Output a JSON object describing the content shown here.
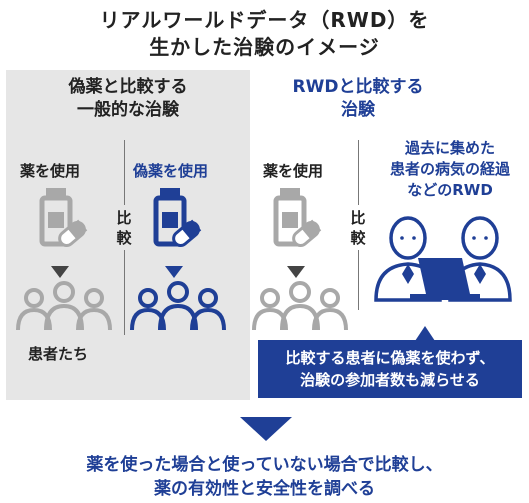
{
  "title": {
    "line1": "リアルワールドデータ（RWD）を",
    "line2": "生かした治験のイメージ"
  },
  "left_panel": {
    "header_line1": "偽薬と比較する",
    "header_line2": "一般的な治験",
    "col1_label": "薬を使用",
    "col2_label": "偽薬を使用",
    "compare_chars": [
      "比",
      "較"
    ],
    "patients_label": "患者たち"
  },
  "right_panel": {
    "header_line1": "RWDと比較する",
    "header_line2": "治験",
    "col1_label": "薬を使用",
    "compare_chars": [
      "比",
      "較"
    ],
    "rwd_line1": "過去に集めた",
    "rwd_line2": "患者の病気の経過",
    "rwd_line3": "などのRWD",
    "callout_line1": "比較する患者に偽薬を使わず、",
    "callout_line2": "治験の参加者数も減らせる"
  },
  "bottom": {
    "line1": "薬を使った場合と使っていない場合で比較し、",
    "line2": "薬の有効性と安全性を調べる"
  },
  "colors": {
    "accent_blue": "#1f3f96",
    "gray_icon": "#a8a8a8",
    "panel_gray": "#e6e6e6"
  },
  "icons": [
    "medicine-bottle-icon",
    "pill-icon",
    "patients-group-icon",
    "doctors-icon",
    "laptop-icon",
    "down-arrow-icon"
  ]
}
